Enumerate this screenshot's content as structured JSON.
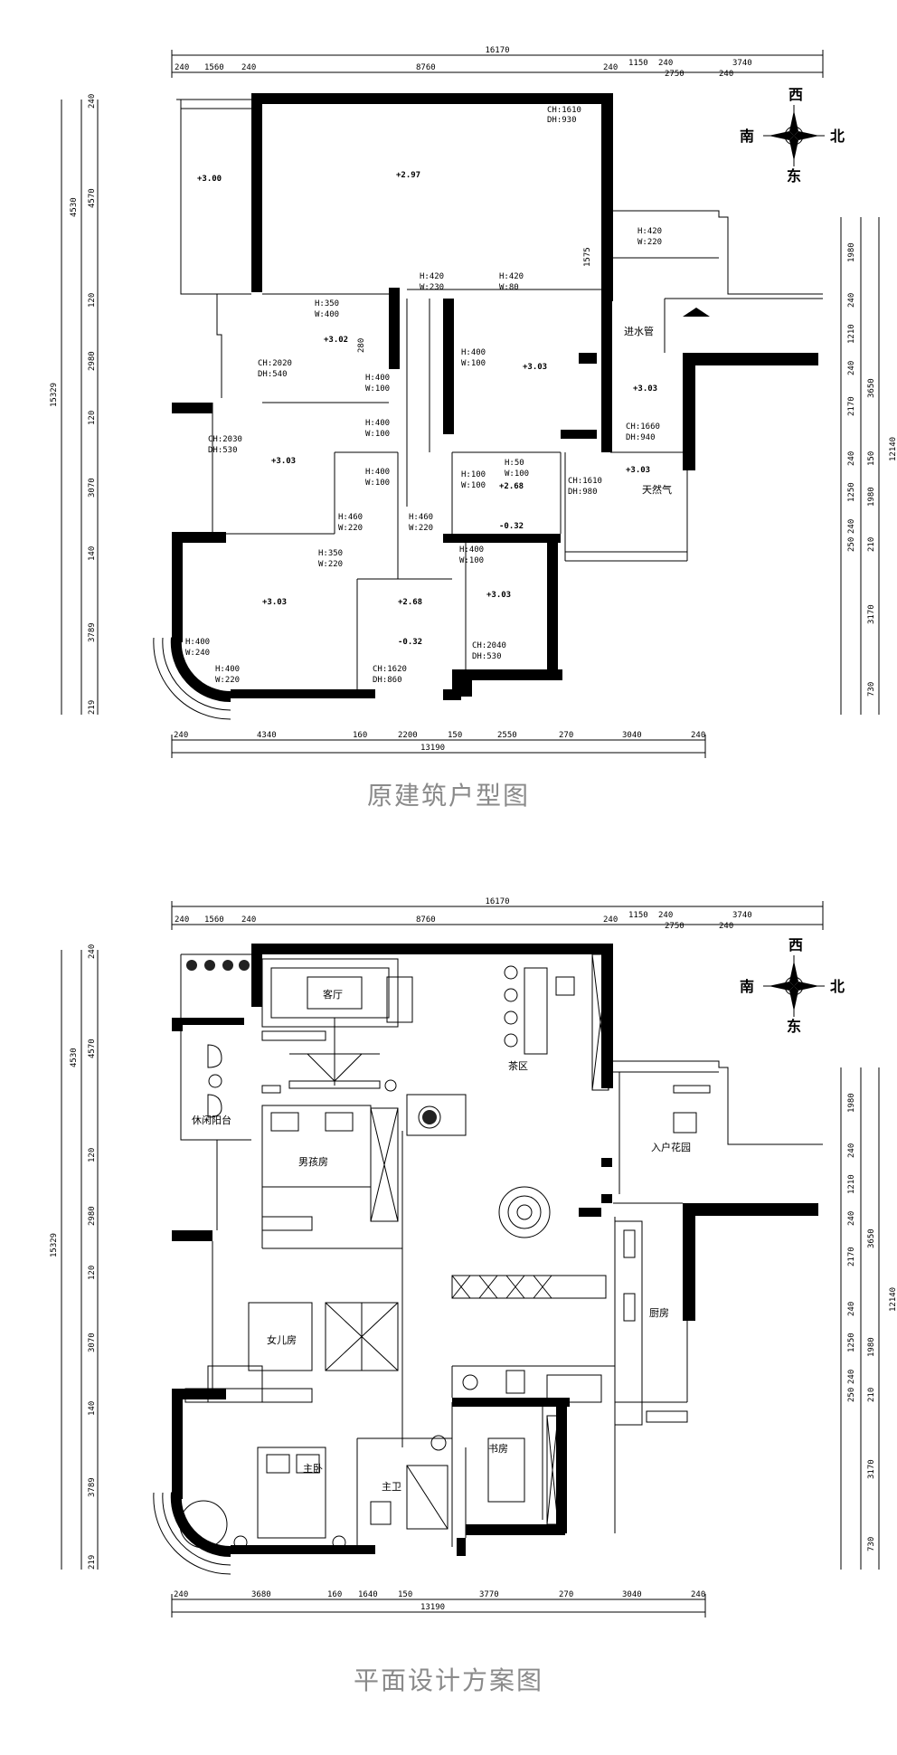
{
  "plan1": {
    "caption": "原建筑户型图",
    "top_total": "16170",
    "top_dims": [
      "240",
      "1560",
      "240",
      "8760",
      "240",
      "1150",
      "240",
      "2750",
      "240",
      "3740"
    ],
    "bottom_total": "13190",
    "bottom_dims": [
      "240",
      "4340",
      "160",
      "2200",
      "150",
      "2550",
      "270",
      "3040",
      "240"
    ],
    "left_total": "15329",
    "left_dims": [
      "240",
      "4530",
      "4570",
      "120",
      "2980",
      "120",
      "3070",
      "140",
      "3789",
      "219"
    ],
    "right_total": "12140",
    "right_dims": [
      "1980",
      "240",
      "1210",
      "240",
      "2170",
      "3650",
      "240",
      "150",
      "1250",
      "1980",
      "240",
      "250",
      "210",
      "3170",
      "730"
    ],
    "levels": [
      "+3.00",
      "+2.97",
      "+3.02",
      "+3.03",
      "+3.03",
      "+3.03",
      "+2.68",
      "-0.32",
      "+3.03",
      "+3.03",
      "+2.68",
      "-0.32",
      "+3.03"
    ],
    "notes": [
      "CH:1610",
      "DH:930",
      "H:420",
      "W:220",
      "H:420",
      "W:230",
      "H:420",
      "W:80",
      "1575",
      "H:350",
      "W:400",
      "CH:2020",
      "DH:540",
      "H:400",
      "W:100",
      "H:400",
      "W:100",
      "CH:2030",
      "DH:530",
      "H:400",
      "W:100",
      "H:400",
      "W:100",
      "H:460",
      "W:220",
      "H:460",
      "W:220",
      "H:100",
      "W:100",
      "H:50",
      "W:100",
      "CH:1610",
      "DH:980",
      "CH:1660",
      "DH:940",
      "H:350",
      "W:220",
      "H:400",
      "W:100",
      "H:400",
      "W:240",
      "H:400",
      "W:220",
      "CH:1620",
      "DH:860",
      "CH:2040",
      "DH:530",
      "280"
    ],
    "pipe_label": "进水管",
    "vent_label": "天然气"
  },
  "plan2": {
    "caption": "平面设计方案图",
    "top_total": "16170",
    "top_dims": [
      "240",
      "1560",
      "240",
      "8760",
      "240",
      "1150",
      "240",
      "2750",
      "240",
      "3740"
    ],
    "bottom_total": "13190",
    "bottom_dims": [
      "240",
      "3680",
      "160",
      "1640",
      "150",
      "3770",
      "270",
      "3040",
      "240"
    ],
    "left_total": "15329",
    "left_dims": [
      "240",
      "4530",
      "4570",
      "120",
      "2980",
      "120",
      "3070",
      "140",
      "3789",
      "219"
    ],
    "right_total": "12140",
    "right_dims": [
      "1980",
      "240",
      "1210",
      "240",
      "2170",
      "3650",
      "240",
      "1250",
      "1980",
      "240",
      "250",
      "210",
      "3170",
      "730"
    ],
    "rooms": {
      "living": "客厅",
      "tea": "茶区",
      "balcony": "休闲阳台",
      "entry_garden": "入户花园",
      "boy_room": "男孩房",
      "girl_room": "女儿房",
      "kitchen": "厨房",
      "study": "书房",
      "master": "主卧",
      "bath": "主卫"
    }
  },
  "compass": {
    "west": "西",
    "south": "南",
    "north": "北",
    "east": "东"
  }
}
